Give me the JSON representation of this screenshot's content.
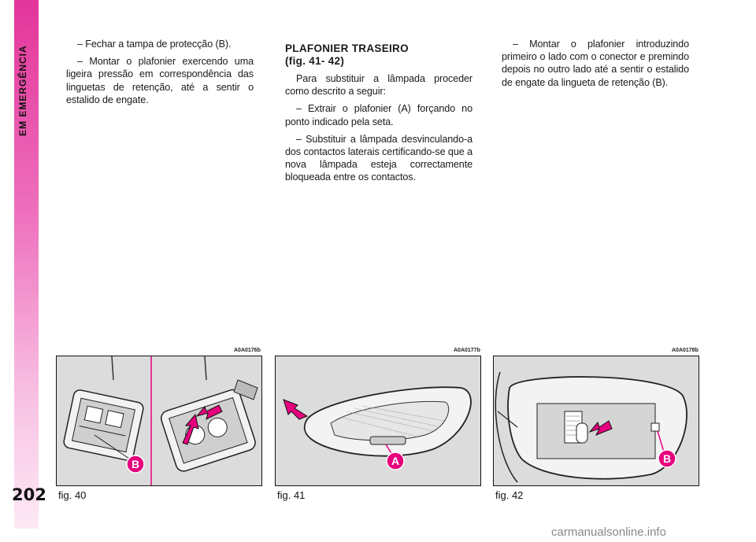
{
  "sidebar": {
    "section_label": "EM EMERGÊNCIA",
    "page_number": "202"
  },
  "col1": {
    "paragraphs": [
      "– Fechar a tampa de protecção (B).",
      "– Montar o plafonier exercendo uma ligeira pressão em correspondência das linguetas de retenção, até a sentir o estalido de engate."
    ]
  },
  "col2": {
    "heading_line1": "PLAFONIER TRASEIRO",
    "heading_line2": "(fig. 41- 42)",
    "paragraphs": [
      "Para substituir a lâmpada proceder como descrito a seguir:",
      "– Extrair o plafonier (A) forçando no ponto indicado pela seta.",
      "– Substituir a lâmpada desvinculando-a dos contactos laterais certificando-se que a nova lâmpada esteja correctamente bloqueada entre os contactos."
    ]
  },
  "col3": {
    "paragraphs": [
      "– Montar o plafonier introduzindo primeiro o lado com o conector e premindo depois no outro lado até a sentir o estalido de engate da lingueta de retenção (B)."
    ]
  },
  "figures": [
    {
      "code": "A0A0176b",
      "label": "fig. 40",
      "callout": "B"
    },
    {
      "code": "A0A0177b",
      "label": "fig. 41",
      "callout": "A"
    },
    {
      "code": "A0A0178b",
      "label": "fig. 42",
      "callout": "B"
    }
  ],
  "watermark": "carmanualsonline.info",
  "colors": {
    "accent": "#e3359a",
    "figure_bg": "#dcdcdc",
    "arrow": "#e6007e"
  }
}
